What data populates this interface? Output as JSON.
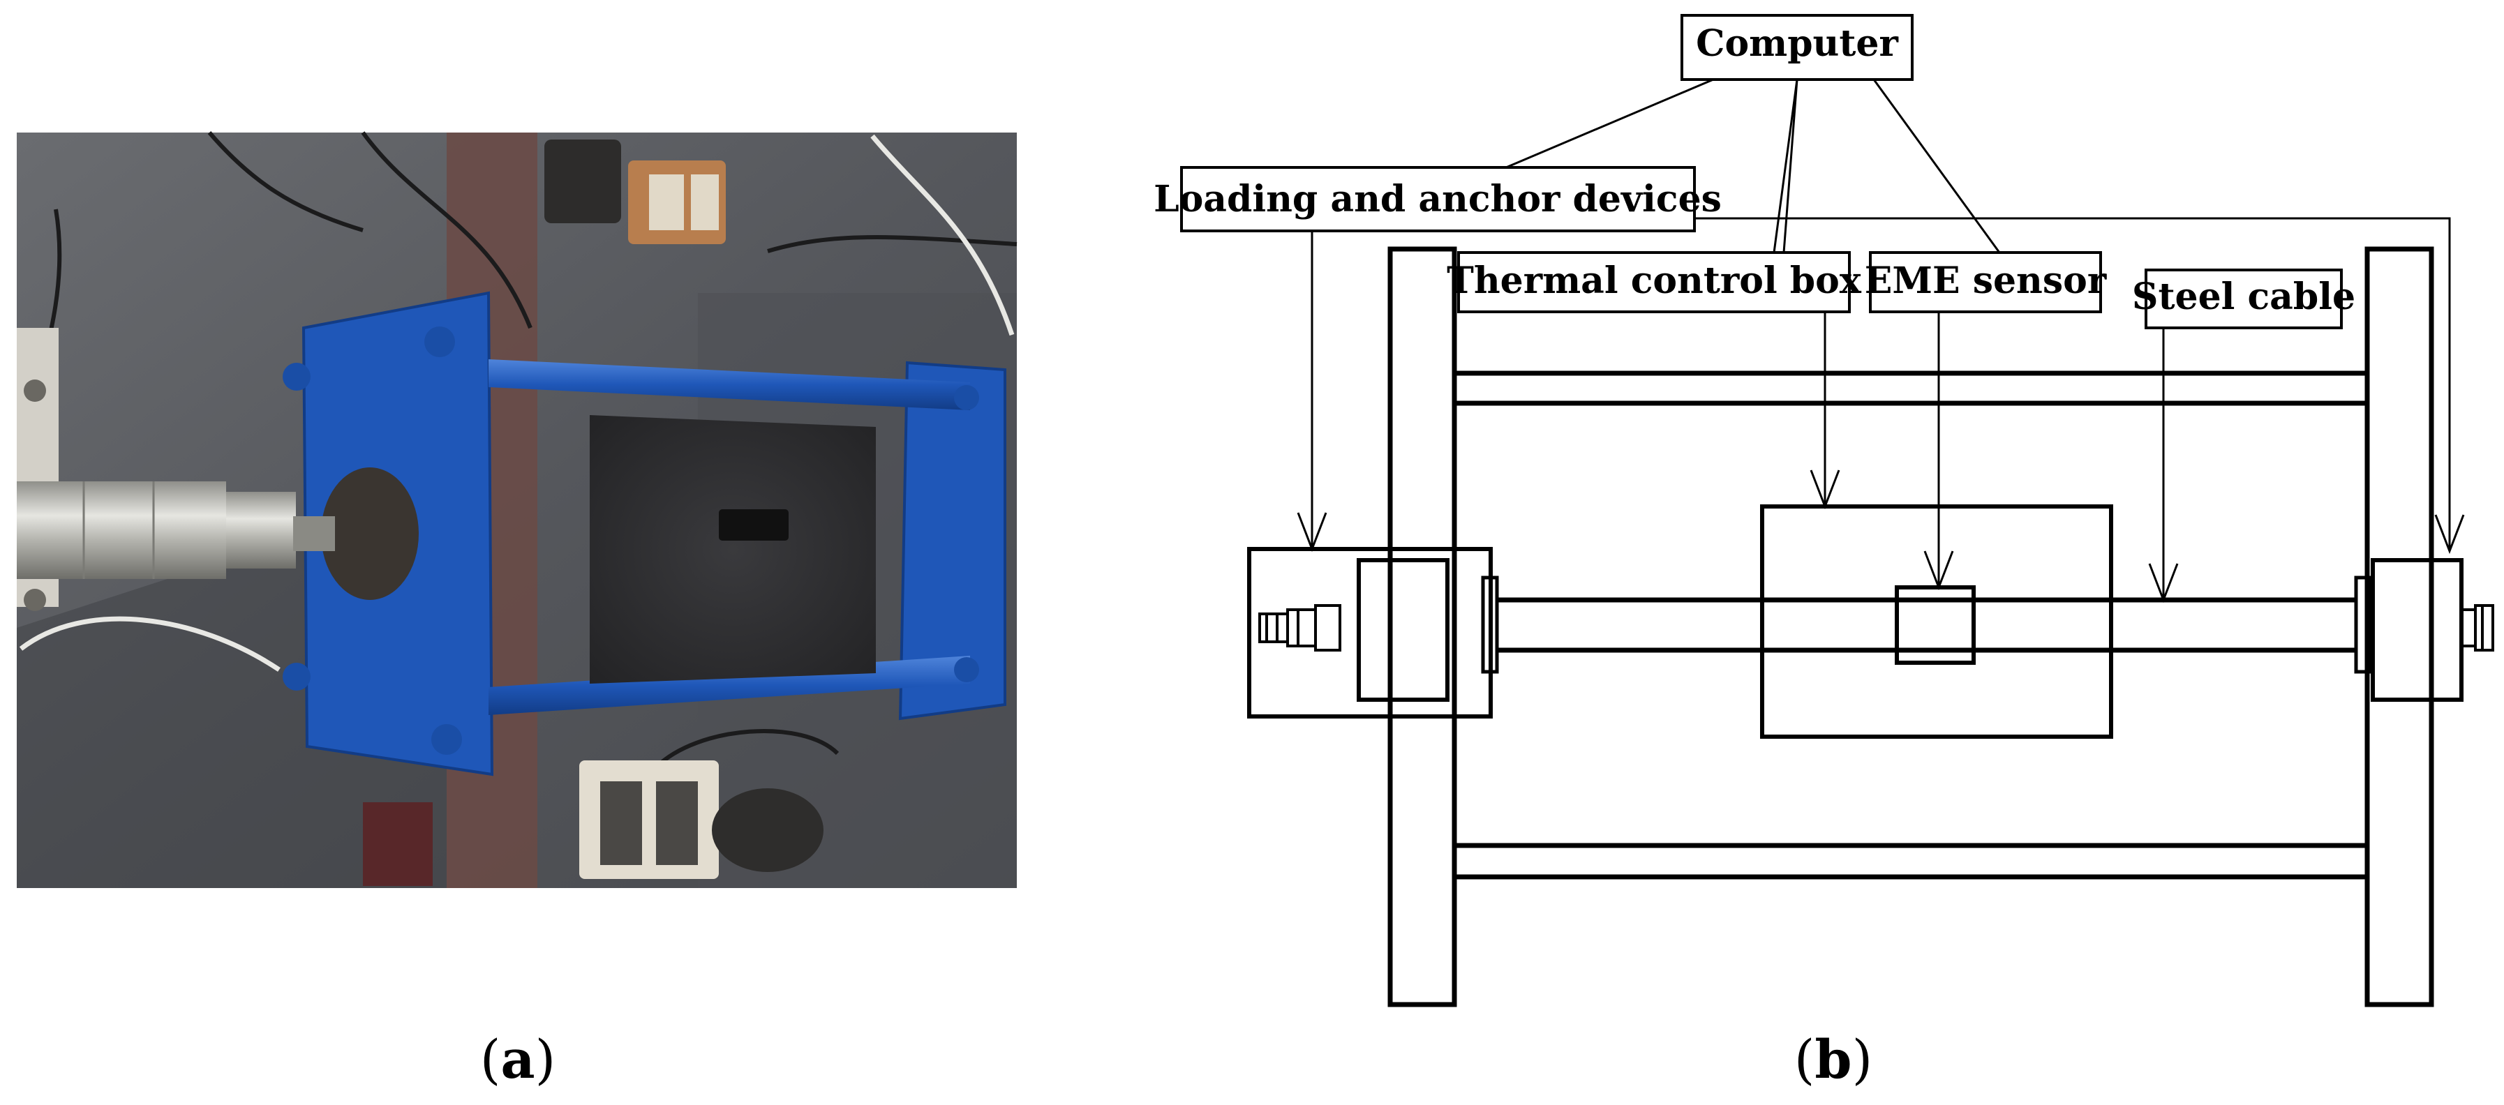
{
  "figure": {
    "panel_a": {
      "caption_open": "(",
      "caption_letter": "a",
      "caption_close": ")"
    },
    "panel_b": {
      "caption_open": "(",
      "caption_letter": "b",
      "caption_close": ")",
      "labels": {
        "computer": "Computer",
        "loading": "Loading and anchor devices",
        "thermal": "Thermal control box",
        "eme": "EME sensor",
        "cable": "Steel cable"
      }
    }
  },
  "colors": {
    "frame_blue": "#1f57b8",
    "frame_blue_dark": "#123c86",
    "floor_gray": "#5b5d62",
    "specimen_dark": "#2b2b2d",
    "jack_silver": "#c9c9c4",
    "line": "#000000"
  }
}
